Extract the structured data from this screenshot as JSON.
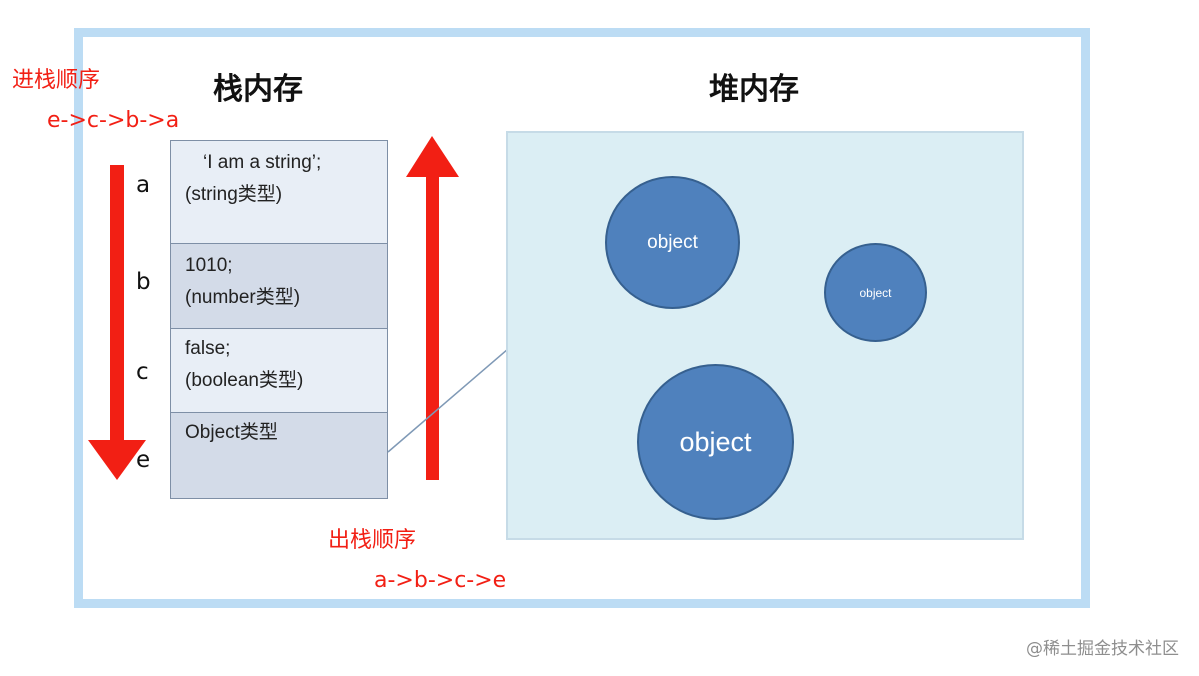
{
  "stack": {
    "title": "栈内存",
    "push_order_label": "进栈顺序",
    "push_order": "e->c->b->a",
    "pop_order_label": "出栈顺序",
    "pop_order": "a->b->c->e",
    "rows": [
      {
        "letter": "a",
        "line1": "‘I am a string’;",
        "line2": "(string类型)"
      },
      {
        "letter": "b",
        "line1": "1010;",
        "line2": "(number类型)"
      },
      {
        "letter": "c",
        "line1": "false;",
        "line2": "(boolean类型)"
      },
      {
        "letter": "e",
        "line1": "Object类型",
        "line2": ""
      }
    ]
  },
  "heap": {
    "title": "堆内存",
    "objects": [
      "object",
      "object",
      "object"
    ]
  },
  "colors": {
    "arrow_red": "#f21f14",
    "object_fill": "#4f81bd",
    "heap_bg": "#dbeef4",
    "frame": "#bcdcf4"
  },
  "watermark": "@稀土掘金技术社区"
}
